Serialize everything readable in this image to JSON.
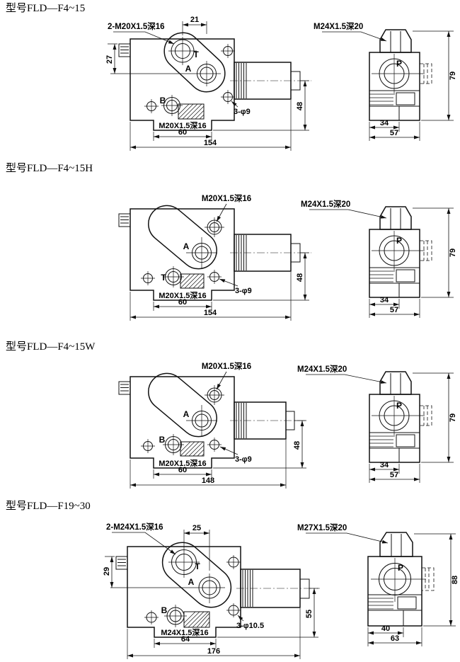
{
  "page": {
    "background": "#ffffff",
    "line_color": "#111111"
  },
  "sections": [
    {
      "title": "型号FLD—F4~15",
      "front": {
        "thread_top_label": "2-M20X1.5深16",
        "dim_top": "21",
        "dim_left": "27",
        "port_t": "T",
        "port_a": "A",
        "port_b": "B",
        "thread_bottom_label": "M20X1.5深16",
        "holes_label": "3-φ9",
        "dim_height": "48",
        "dim_boss": "60",
        "dim_width": "154"
      },
      "side": {
        "thread_label": "M24X1.5深20",
        "port_p": "P",
        "dim_height": "79",
        "dim_inner": "34",
        "dim_width": "57"
      }
    },
    {
      "title": "型号FLD—F4~15H",
      "front": {
        "thread_top_label": "M20X1.5深16",
        "port_t": "T",
        "port_a": "A",
        "thread_bottom_label": "M20X1.5深16",
        "holes_label": "3-φ9",
        "dim_height": "48",
        "dim_boss": "60",
        "dim_width": "154"
      },
      "side": {
        "thread_label": "M24X1.5深20",
        "port_p": "P",
        "dim_height": "79",
        "dim_inner": "34",
        "dim_width": "57"
      }
    },
    {
      "title": "型号FLD—F4~15W",
      "front": {
        "thread_top_label": "M20X1.5深16",
        "port_a": "A",
        "port_b": "B",
        "thread_bottom_label": "M20X1.5深16",
        "holes_label": "3-φ9",
        "dim_height": "48",
        "dim_boss": "60",
        "dim_width": "148"
      },
      "side": {
        "thread_label": "M24X1.5深20",
        "port_p": "P",
        "dim_height": "79",
        "dim_inner": "34",
        "dim_width": "57"
      }
    },
    {
      "title": "型号FLD—F19~30",
      "front": {
        "thread_top_label": "2-M24X1.5深16",
        "dim_top": "25",
        "dim_left": "29",
        "port_t": "T",
        "port_a": "A",
        "port_b": "B",
        "thread_bottom_label": "M24X1.5深16",
        "holes_label": "3-φ10.5",
        "dim_height": "55",
        "dim_boss": "64",
        "dim_width": "176"
      },
      "side": {
        "thread_label": "M27X1.5深20",
        "port_p": "P",
        "dim_height": "88",
        "dim_inner": "40",
        "dim_width": "63"
      }
    }
  ]
}
